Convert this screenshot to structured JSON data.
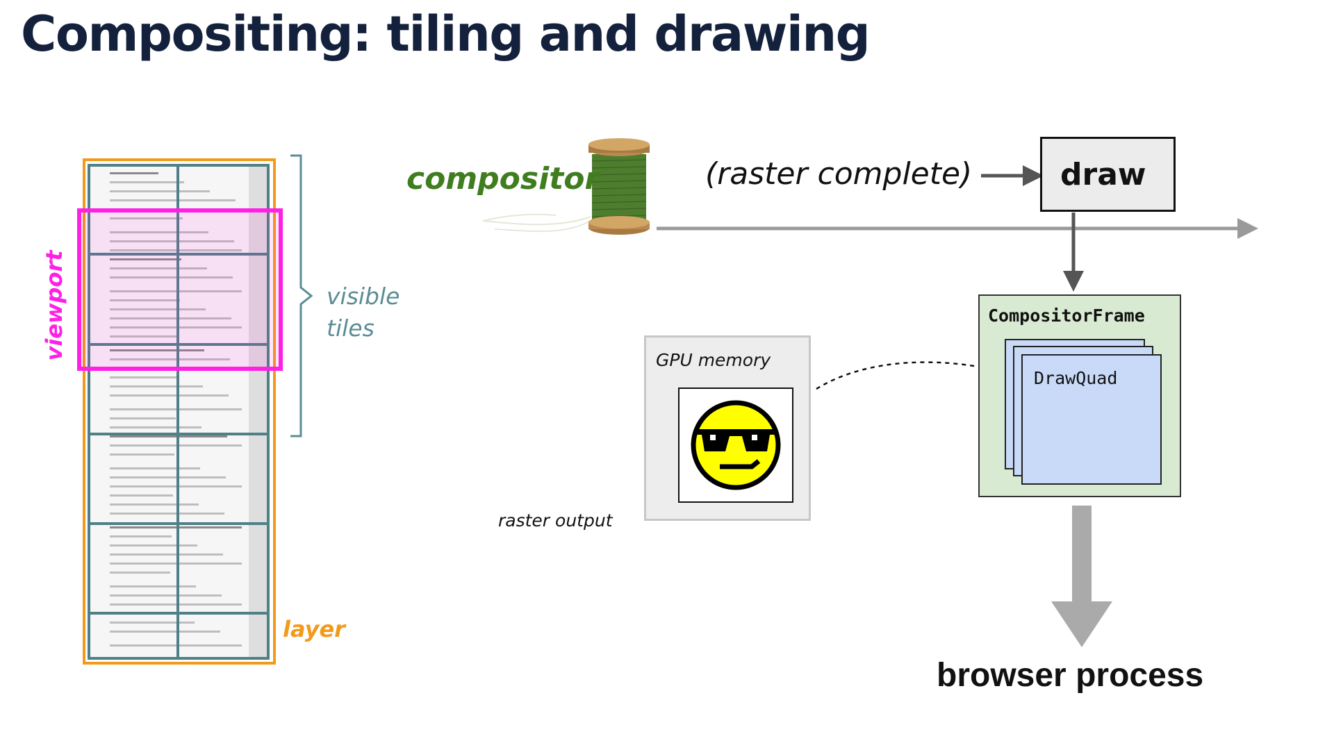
{
  "title": "Compositing: tiling and drawing",
  "compositor": {
    "label": "compositor"
  },
  "timeline": {
    "event_label": "(raster complete)",
    "draw_label": "draw"
  },
  "tiling": {
    "viewport_label": "viewport",
    "visible_tiles_label_line1": "visible",
    "visible_tiles_label_line2": "tiles",
    "layer_label": "layer"
  },
  "gpu_memory": {
    "label": "GPU memory",
    "icon": "sunglasses-smiley-icon"
  },
  "raster_output_label": "raster output",
  "compositor_frame": {
    "label": "CompositorFrame",
    "quad_label": "DrawQuad"
  },
  "browser_process_label": "browser process",
  "colors": {
    "title": "#14213d",
    "compositor": "#3f7d1f",
    "viewport": "#ff1fe6",
    "layer": "#f29a1c",
    "tiles": "#4f7f87",
    "frame_fill": "#d9ead3",
    "quad_fill": "#c9daf8"
  }
}
